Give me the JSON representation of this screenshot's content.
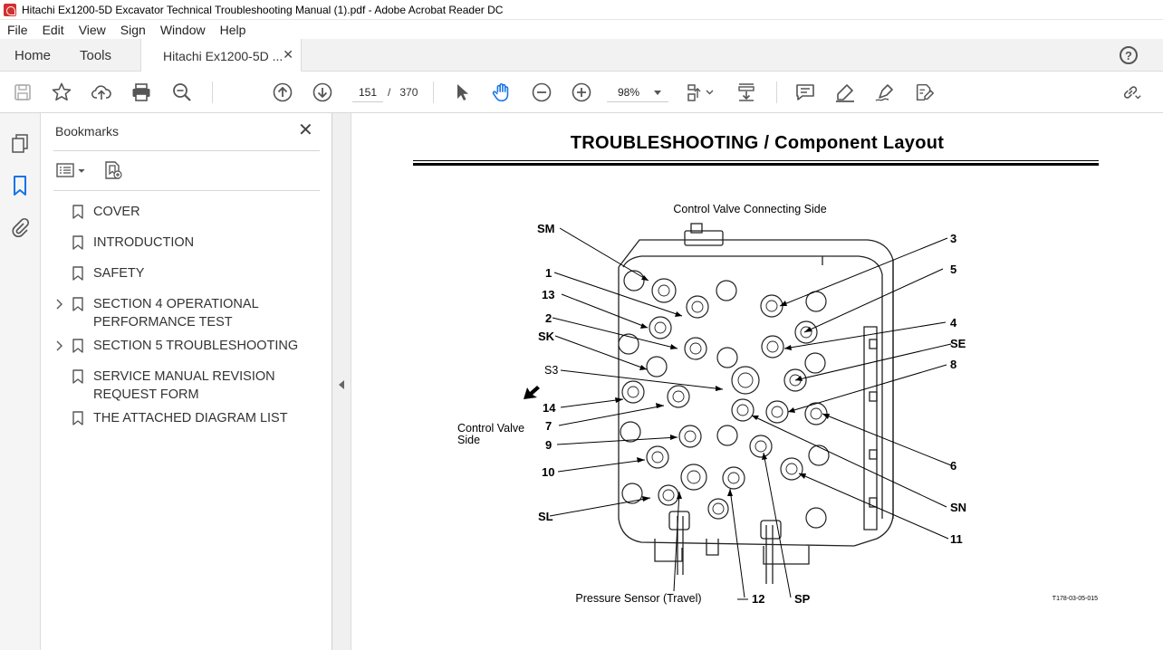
{
  "window": {
    "title": "Hitachi Ex1200-5D Excavator Technical Troubleshooting Manual (1).pdf - Adobe Acrobat Reader DC"
  },
  "menu": [
    "File",
    "Edit",
    "View",
    "Sign",
    "Window",
    "Help"
  ],
  "tabs": {
    "home": "Home",
    "tools": "Tools",
    "document": "Hitachi Ex1200-5D ...",
    "help_glyph": "?"
  },
  "toolbar": {
    "current_page": "151",
    "page_separator": "/",
    "total_pages": "370",
    "zoom": "98%"
  },
  "sidebar": {
    "title": "Bookmarks",
    "bookmarks": [
      {
        "label": "COVER",
        "expandable": false
      },
      {
        "label": "INTRODUCTION",
        "expandable": false
      },
      {
        "label": "SAFETY",
        "expandable": false
      },
      {
        "label": "SECTION 4 OPERATIONAL PERFORMANCE TEST",
        "expandable": true
      },
      {
        "label": "SECTION 5 TROUBLESHOOTING",
        "expandable": true
      },
      {
        "label": "SERVICE MANUAL REVISION REQUEST FORM",
        "expandable": false
      },
      {
        "label": "THE ATTACHED DIAGRAM LIST",
        "expandable": false
      }
    ]
  },
  "page": {
    "heading": "TROUBLESHOOTING / Component Layout",
    "diagram": {
      "top_caption": "Control Valve Connecting Side",
      "side_caption_line1": "Control Valve",
      "side_caption_line2": "Side",
      "bottom_caption": "Pressure Sensor (Travel)",
      "figure_id": "T178-03-05-015",
      "labels_left": [
        "SM",
        "1",
        "13",
        "2",
        "SK",
        "S3",
        "14",
        "7",
        "9",
        "10",
        "SL"
      ],
      "labels_right": [
        "3",
        "5",
        "4",
        "SE",
        "8",
        "6",
        "SN",
        "11"
      ],
      "labels_bottom": [
        "12",
        "SP"
      ]
    }
  },
  "colors": {
    "accent_blue": "#1473e6",
    "tab_bar": "#f2f2f2",
    "rail": "#f5f5f5"
  }
}
